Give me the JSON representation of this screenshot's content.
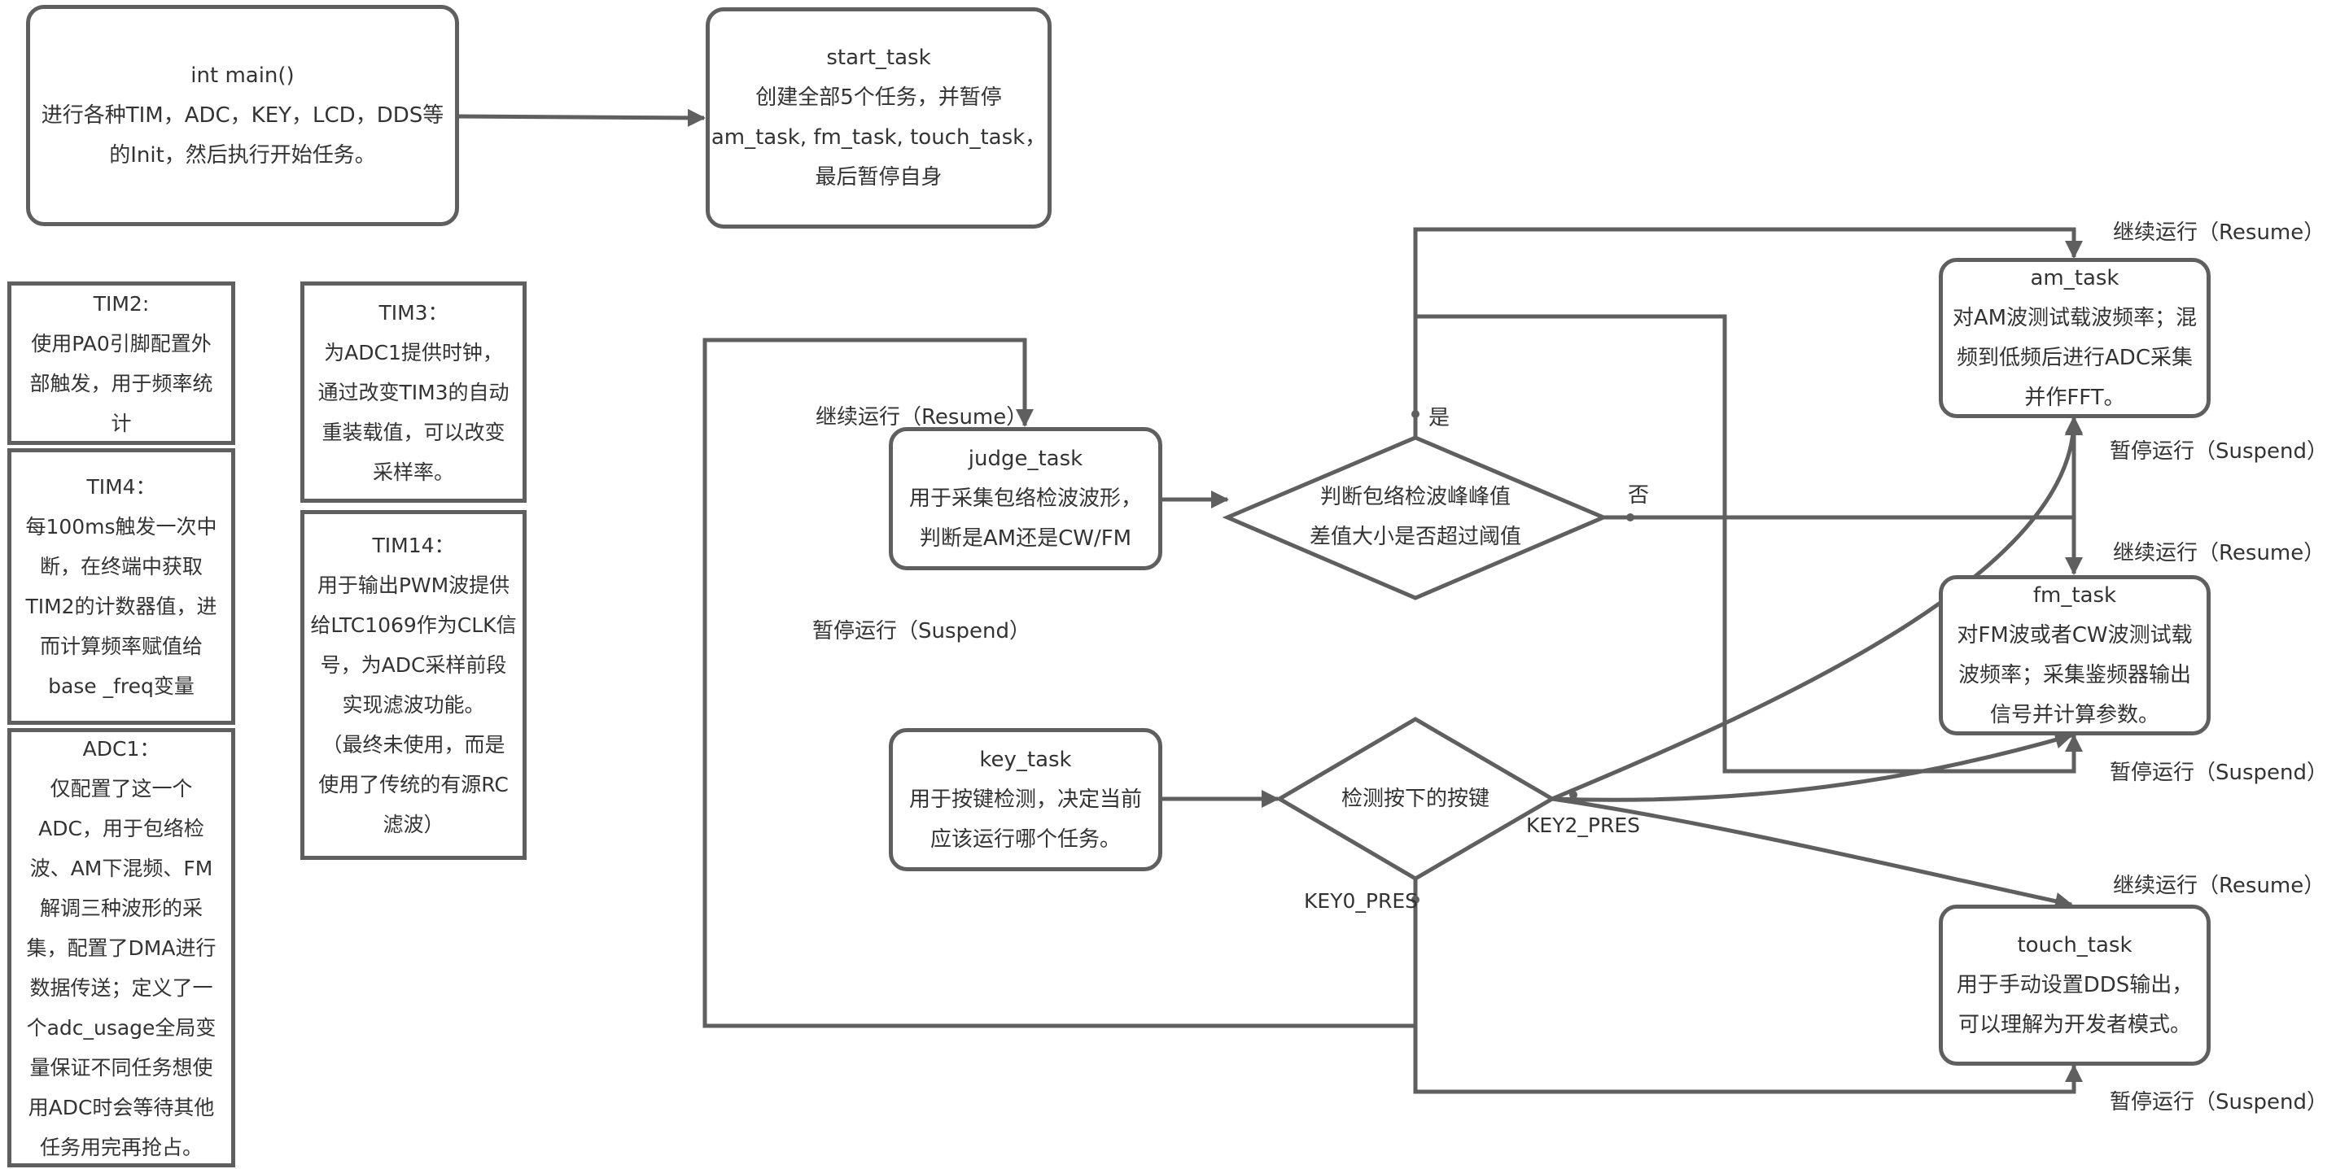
{
  "main": {
    "title": "int main()",
    "lines": [
      "进行各种TIM，ADC，KEY，LCD，DDS等",
      "的Init，然后执行开始任务。"
    ]
  },
  "start_task": {
    "title": "start_task",
    "lines": [
      "创建全部5个任务，并暂停",
      "am_task, fm_task, touch_task，",
      "最后暂停自身"
    ]
  },
  "notes": {
    "tim2": {
      "title": "TIM2:",
      "lines": [
        "使用PA0引脚配置外",
        "部触发，用于频率统",
        "计"
      ]
    },
    "tim4": {
      "title": "TIM4：",
      "lines": [
        "每100ms触发一次中",
        "断，在终端中获取",
        "TIM2的计数器值，进",
        "而计算频率赋值给",
        "base _freq变量"
      ]
    },
    "adc1": {
      "title": "ADC1：",
      "lines": [
        "仅配置了这一个",
        "ADC，用于包络检",
        "波、AM下混频、FM",
        "解调三种波形的采",
        "集，配置了DMA进行",
        "数据传送；定义了一",
        "个adc_usage全局变",
        "量保证不同任务想使",
        "用ADC时会等待其他",
        "任务用完再抢占。"
      ]
    },
    "tim3": {
      "title": "TIM3：",
      "lines": [
        "为ADC1提供时钟，",
        "通过改变TIM3的自动",
        "重装载值，可以改变",
        "采样率。"
      ]
    },
    "tim14": {
      "title": "TIM14：",
      "lines": [
        "用于输出PWM波提供",
        "给LTC1069作为CLK信",
        "号，为ADC采样前段",
        "实现滤波功能。",
        "（最终未使用，而是",
        "使用了传统的有源RC",
        "滤波）"
      ]
    }
  },
  "judge_task": {
    "title": "judge_task",
    "lines": [
      "用于采集包络检波波形，",
      "判断是AM还是CW/FM"
    ]
  },
  "key_task": {
    "title": "key_task",
    "lines": [
      "用于按键检测，决定当前",
      "应该运行哪个任务。"
    ]
  },
  "am_task": {
    "title": "am_task",
    "lines": [
      "对AM波测试载波频率；混",
      "频到低频后进行ADC采集",
      "并作FFT。"
    ]
  },
  "fm_task": {
    "title": "fm_task",
    "lines": [
      "对FM波或者CW波测试载",
      "波频率；采集鉴频器输出",
      "信号并计算参数。"
    ]
  },
  "touch_task": {
    "title": "touch_task",
    "lines": [
      "用于手动设置DDS输出，",
      "可以理解为开发者模式。"
    ]
  },
  "decision_envelope": {
    "lines": [
      "判断包络检波峰峰值",
      "差值大小是否超过阈值"
    ],
    "yes_label": "是",
    "no_label": "否"
  },
  "decision_key": {
    "text": "检测按下的按键",
    "key2_label": "KEY2_PRES",
    "key0_label": "KEY0_PRES"
  },
  "edge_labels": {
    "resume": "继续运行（Resume）",
    "suspend": "暂停运行（Suspend）"
  },
  "colors": {
    "stroke": "#5f5f5f",
    "text": "#333333",
    "background": "#ffffff"
  }
}
